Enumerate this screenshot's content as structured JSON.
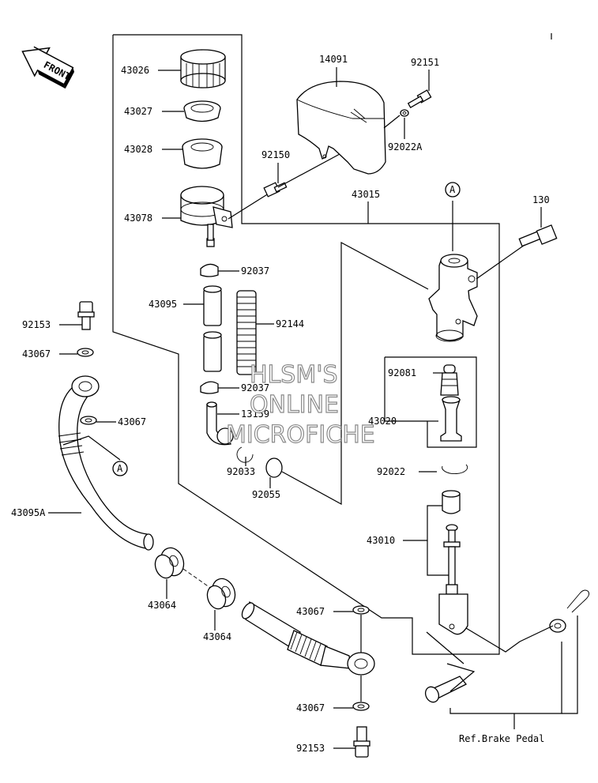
{
  "labels": {
    "l43026": "43026",
    "l43027": "43027",
    "l43028": "43028",
    "l43078": "43078",
    "l14091": "14091",
    "l92151": "92151",
    "l92022A": "92022A",
    "l92150": "92150",
    "l43015": "43015",
    "l130": "130",
    "l92037a": "92037",
    "l43095": "43095",
    "l92144": "92144",
    "l92153a": "92153",
    "l43067a": "43067",
    "l92037b": "92037",
    "l13159": "13159",
    "l43067b": "43067",
    "l92081": "92081",
    "l43020": "43020",
    "l92033": "92033",
    "l92055": "92055",
    "l92022": "92022",
    "l43095A": "43095A",
    "l43010": "43010",
    "l43064a": "43064",
    "l43064b": "43064",
    "l43067c": "43067",
    "l43067d": "43067",
    "l92153b": "92153",
    "ref_brake_pedal": "Ref.Brake Pedal",
    "front": "FRONT",
    "ref_a_top": "A",
    "ref_a_left": "A"
  },
  "watermark": {
    "line1": "HLSM'S",
    "line2": "ONLINE",
    "line3": "MICROFICHE"
  },
  "icons": {
    "front_arrow": "front-arrow-icon"
  }
}
